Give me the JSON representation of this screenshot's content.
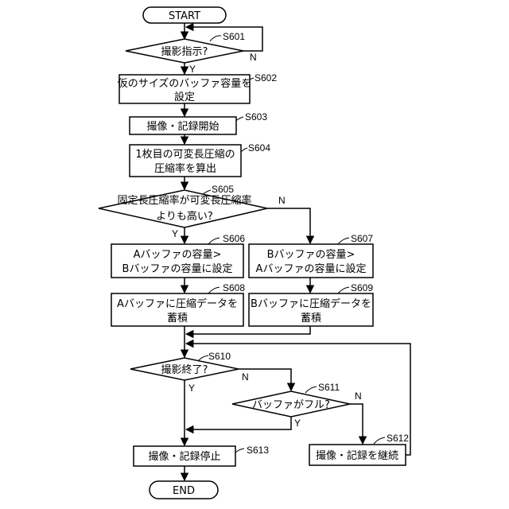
{
  "nodes": {
    "start": {
      "label": "START"
    },
    "s601": {
      "step": "S601",
      "lines": [
        "撮影指示?"
      ]
    },
    "s602": {
      "step": "S602",
      "lines": [
        "仮のサイズのバッファ容量を",
        "設定"
      ]
    },
    "s603": {
      "step": "S603",
      "lines": [
        "撮像・記録開始"
      ]
    },
    "s604": {
      "step": "S604",
      "lines": [
        "1枚目の可変長圧縮の",
        "圧縮率を算出"
      ]
    },
    "s605": {
      "step": "S605",
      "lines": [
        "固定長圧縮率が可変長圧縮率",
        "よりも高い?"
      ]
    },
    "s606": {
      "step": "S606",
      "lines": [
        "Aバッファの容量>",
        "Bバッファの容量に設定"
      ]
    },
    "s607": {
      "step": "S607",
      "lines": [
        "Bバッファの容量>",
        "Aバッファの容量に設定"
      ]
    },
    "s608": {
      "step": "S608",
      "lines": [
        "Aバッファに圧縮データを",
        "蓄積"
      ]
    },
    "s609": {
      "step": "S609",
      "lines": [
        "Bバッファに圧縮データを",
        "蓄積"
      ]
    },
    "s610": {
      "step": "S610",
      "lines": [
        "撮影終了?"
      ]
    },
    "s611": {
      "step": "S611",
      "lines": [
        "バッファがフル?"
      ]
    },
    "s612": {
      "step": "S612",
      "lines": [
        "撮像・記録を継続"
      ]
    },
    "s613": {
      "step": "S613",
      "lines": [
        "撮像・記録停止"
      ]
    },
    "end": {
      "label": "END"
    }
  },
  "branch_labels": {
    "yes": "Y",
    "no": "N"
  },
  "colors": {
    "stroke": "#000000",
    "fill": "#ffffff"
  }
}
